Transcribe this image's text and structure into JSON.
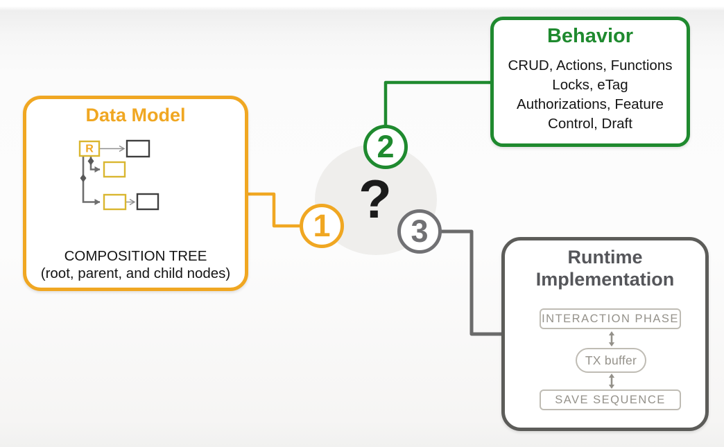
{
  "colors": {
    "orange": "#F0A722",
    "green": "#1F8A2F",
    "gray_circle": "#717174",
    "gray_connector": "#6B6B6B",
    "runtime_border": "#5C5C59",
    "runtime_title": "#55565A",
    "tree_yellow": "#D9B62F",
    "tree_dark": "#3E3E3E",
    "tree_line": "#6E6E6E",
    "light_border": "#BFBCB4",
    "muted_text": "#94918A",
    "body_text": "#141414",
    "hub_circle": "#EFEEEC",
    "question_color": "#1B1B1B"
  },
  "hub": {
    "question_mark": "?",
    "steps": [
      {
        "number": "1"
      },
      {
        "number": "2"
      },
      {
        "number": "3"
      }
    ]
  },
  "data_model_box": {
    "title": "Data Model",
    "tree_root_label": "R",
    "caption_line1": "COMPOSITION TREE",
    "caption_line2": "(root, parent, and child nodes)"
  },
  "behavior_box": {
    "title": "Behavior",
    "lines": [
      "CRUD, Actions, Functions",
      "Locks, eTag",
      "Authorizations, Feature",
      "Control, Draft"
    ]
  },
  "runtime_box": {
    "title_line1": "Runtime",
    "title_line2": "Implementation",
    "stages": [
      "INTERACTION PHASE",
      "TX buffer",
      "SAVE SEQUENCE"
    ]
  }
}
